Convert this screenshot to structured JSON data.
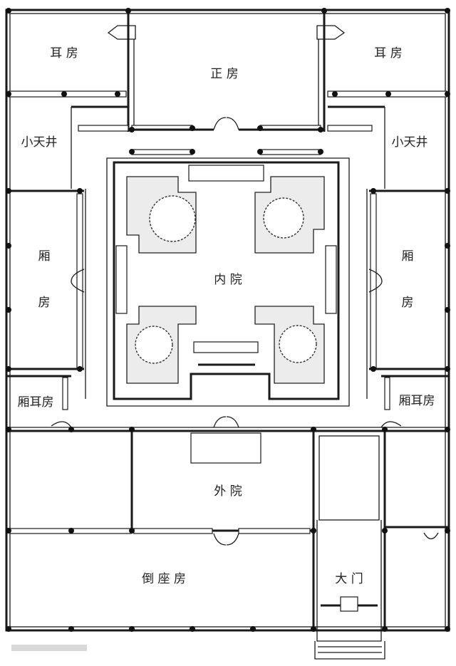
{
  "title": "四合院平面图",
  "rooms": {
    "ear_room_left": "耳 房",
    "ear_room_right": "耳 房",
    "main_hall": "正 房",
    "patio_left": "小天井",
    "patio_right": "小天井",
    "wing_left_1": "厢",
    "wing_left_2": "房",
    "wing_right_1": "厢",
    "wing_right_2": "房",
    "inner_court": "内 院",
    "wing_ear_left": "厢耳房",
    "wing_ear_right": "厢耳房",
    "outer_court": "外 院",
    "south_room": "倒 座 房",
    "main_gate": "大 门"
  },
  "colors": {
    "line": "#1a1a1a",
    "planting": "#ececec"
  }
}
